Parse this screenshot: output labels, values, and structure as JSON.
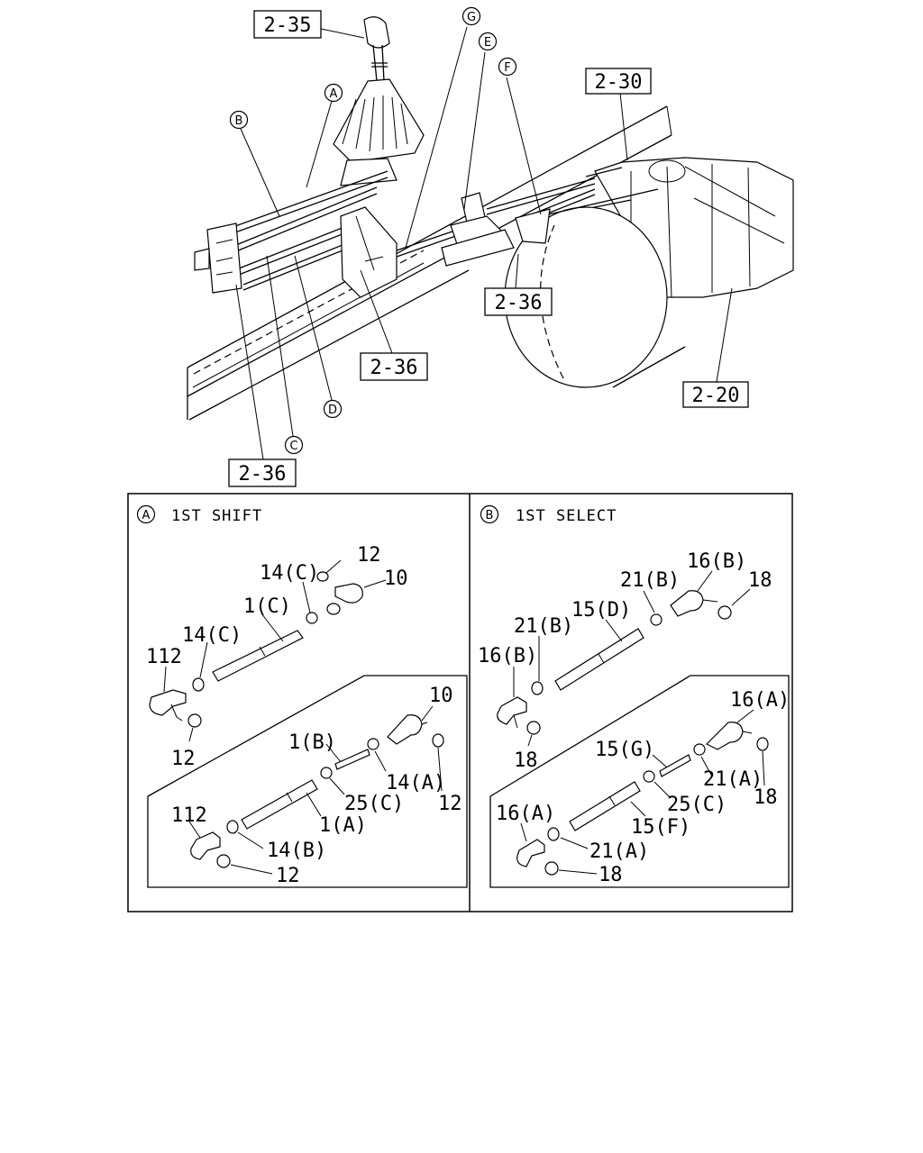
{
  "refs": {
    "r235": "2-35",
    "r230": "2-30",
    "r236a": "2-36",
    "r236b": "2-36",
    "r236c": "2-36",
    "r220": "2-20"
  },
  "callouts": {
    "A": "A",
    "B": "B",
    "C": "C",
    "D": "D",
    "E": "E",
    "F": "F",
    "G": "G"
  },
  "panel_a": {
    "letter": "A",
    "title": "1ST SHIFT",
    "labels": {
      "p12_top": "12",
      "p14c_top": "14(C)",
      "p10_top": "10",
      "p1c": "1(C)",
      "p14c_mid": "14(C)",
      "p112_top": "112",
      "p12_left": "12",
      "p10_in": "10",
      "p1b": "1(B)",
      "p14a": "14(A)",
      "p12_right": "12",
      "p25c": "25(C)",
      "p1a": "1(A)",
      "p112_in": "112",
      "p14b": "14(B)",
      "p12_bottom": "12"
    }
  },
  "panel_b": {
    "letter": "B",
    "title": "1ST SELECT",
    "labels": {
      "p16b_top": "16(B)",
      "p21b_top": "21(B)",
      "p18_top": "18",
      "p15d": "15(D)",
      "p21b_mid": "21(B)",
      "p16b_left": "16(B)",
      "p18_left": "18",
      "p16a_in": "16(A)",
      "p15g": "15(G)",
      "p21a_right": "21(A)",
      "p18_right": "18",
      "p25c": "25(C)",
      "p16a_left": "16(A)",
      "p15f": "15(F)",
      "p21a_low": "21(A)",
      "p18_bottom": "18"
    }
  }
}
